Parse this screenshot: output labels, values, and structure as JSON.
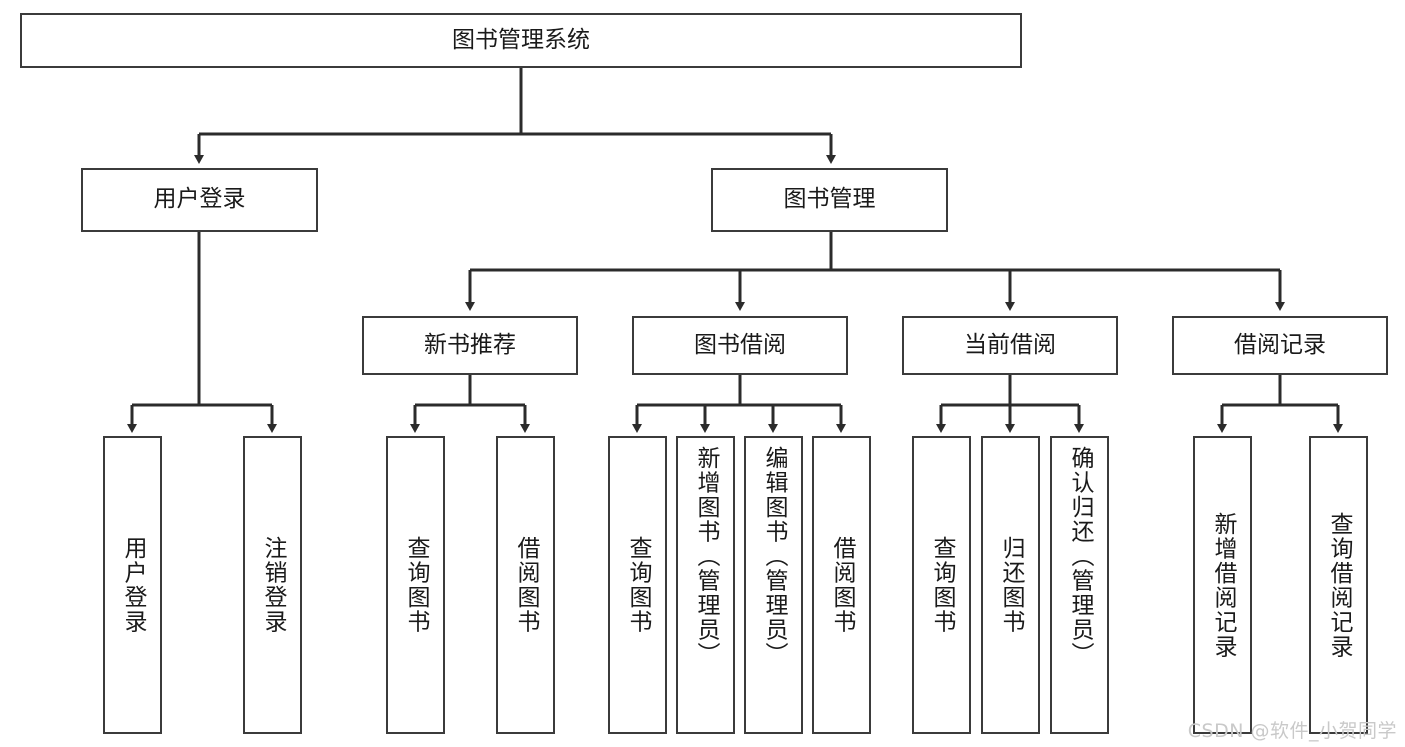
{
  "diagram": {
    "title": "图书管理系统",
    "type": "function-structure-tree",
    "watermark": "CSDN @软件_小贺同学",
    "colors": {
      "border": "#3b3b3b",
      "background": "#ffffff",
      "text": "#1a1a1a",
      "watermark": "#c9c9c9"
    },
    "levels": {
      "root": {
        "label": "图书管理系统"
      },
      "level2": [
        {
          "id": "user-login",
          "label": "用户登录"
        },
        {
          "id": "book-manage",
          "label": "图书管理"
        }
      ],
      "level3": [
        {
          "id": "new-book-recommend",
          "label": "新书推荐"
        },
        {
          "id": "book-borrow",
          "label": "图书借阅"
        },
        {
          "id": "current-borrow",
          "label": "当前借阅"
        },
        {
          "id": "borrow-record",
          "label": "借阅记录"
        }
      ],
      "level4": [
        {
          "id": "leaf-user-login",
          "label": "用户登录",
          "parent": "user-login"
        },
        {
          "id": "leaf-logout-login",
          "label": "注销登录",
          "parent": "user-login"
        },
        {
          "id": "leaf-query-book-1",
          "label": "查询图书",
          "parent": "new-book-recommend"
        },
        {
          "id": "leaf-borrow-book-1",
          "label": "借阅图书",
          "parent": "new-book-recommend"
        },
        {
          "id": "leaf-query-book-2",
          "label": "查询图书",
          "parent": "book-borrow"
        },
        {
          "id": "leaf-add-book",
          "label": "新增图书（管理员）",
          "parent": "book-borrow"
        },
        {
          "id": "leaf-edit-book",
          "label": "编辑图书（管理员）",
          "parent": "book-borrow"
        },
        {
          "id": "leaf-borrow-book-2",
          "label": "借阅图书",
          "parent": "book-borrow"
        },
        {
          "id": "leaf-query-book-3",
          "label": "查询图书",
          "parent": "current-borrow"
        },
        {
          "id": "leaf-return-book",
          "label": "归还图书",
          "parent": "current-borrow"
        },
        {
          "id": "leaf-confirm-return",
          "label": "确认归还（管理员）",
          "parent": "current-borrow"
        },
        {
          "id": "leaf-add-record",
          "label": "新增借阅记录",
          "parent": "borrow-record"
        },
        {
          "id": "leaf-query-record",
          "label": "查询借阅记录",
          "parent": "borrow-record"
        }
      ]
    }
  }
}
